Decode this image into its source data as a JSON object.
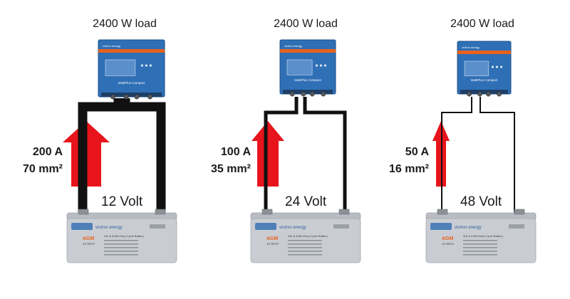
{
  "systems": [
    {
      "load": "2400 W load",
      "voltage": "12 Volt",
      "current": "200 A",
      "cable": "70 mm²",
      "inverter": {
        "brand": "victron energy",
        "model": "MultiPlus Compact"
      },
      "battery": {
        "brand": "victron energy",
        "type": "AGM",
        "spec": "12-90Ah",
        "title": "Gel & AGM Deep Cycle Battery"
      }
    },
    {
      "load": "2400 W load",
      "voltage": "24 Volt",
      "current": "100 A",
      "cable": "35 mm²",
      "inverter": {
        "brand": "victron energy",
        "model": "MultiPlus Compact"
      },
      "battery": {
        "brand": "victron energy",
        "type": "AGM",
        "spec": "12-90Ah",
        "title": "Gel & AGM Deep Cycle Battery"
      }
    },
    {
      "load": "2400 W load",
      "voltage": "48 Volt",
      "current": "50 A",
      "cable": "16 mm²",
      "inverter": {
        "brand": "victron energy",
        "model": "MultiPlus Compact"
      },
      "battery": {
        "brand": "victron energy",
        "type": "AGM",
        "spec": "12-90Ah",
        "title": "Gel & AGM Deep Cycle Battery"
      }
    }
  ],
  "colors": {
    "arrow": "#e8141c",
    "inverter_body": "#2f6fb5",
    "inverter_band": "#e8621d",
    "battery_body": "#c9cdd3",
    "wire": "#111111"
  }
}
